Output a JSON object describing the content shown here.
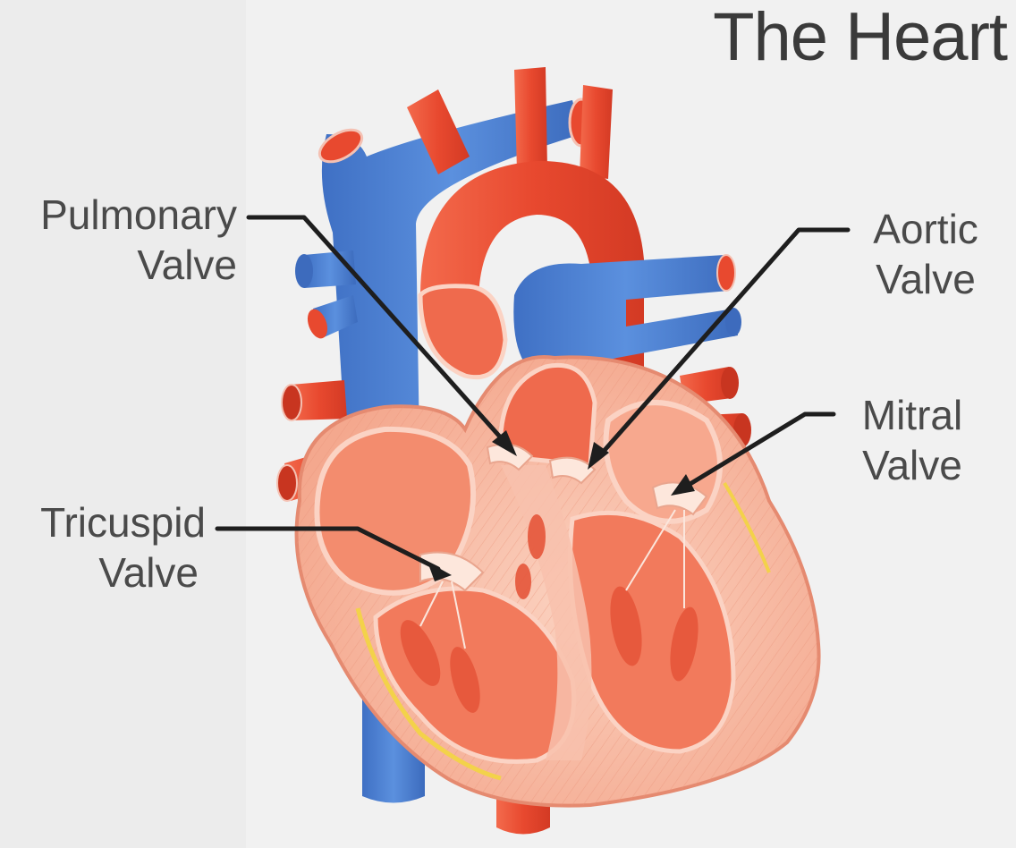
{
  "title": "The Heart",
  "labels": {
    "pulmonary": {
      "line1": "Pulmonary",
      "line2": "Valve"
    },
    "aortic": {
      "line1": "Aortic",
      "line2": "Valve"
    },
    "mitral": {
      "line1": "Mitral",
      "line2": "Valve"
    },
    "tricuspid": {
      "line1": "Tricuspid",
      "line2": "Valve"
    }
  },
  "colors": {
    "artery_red": "#e8492f",
    "vein_blue": "#4f83d6",
    "muscle_pink": "#f7b9a2",
    "chamber_light": "#fde2d6",
    "leader_line": "#1e1e1e"
  }
}
